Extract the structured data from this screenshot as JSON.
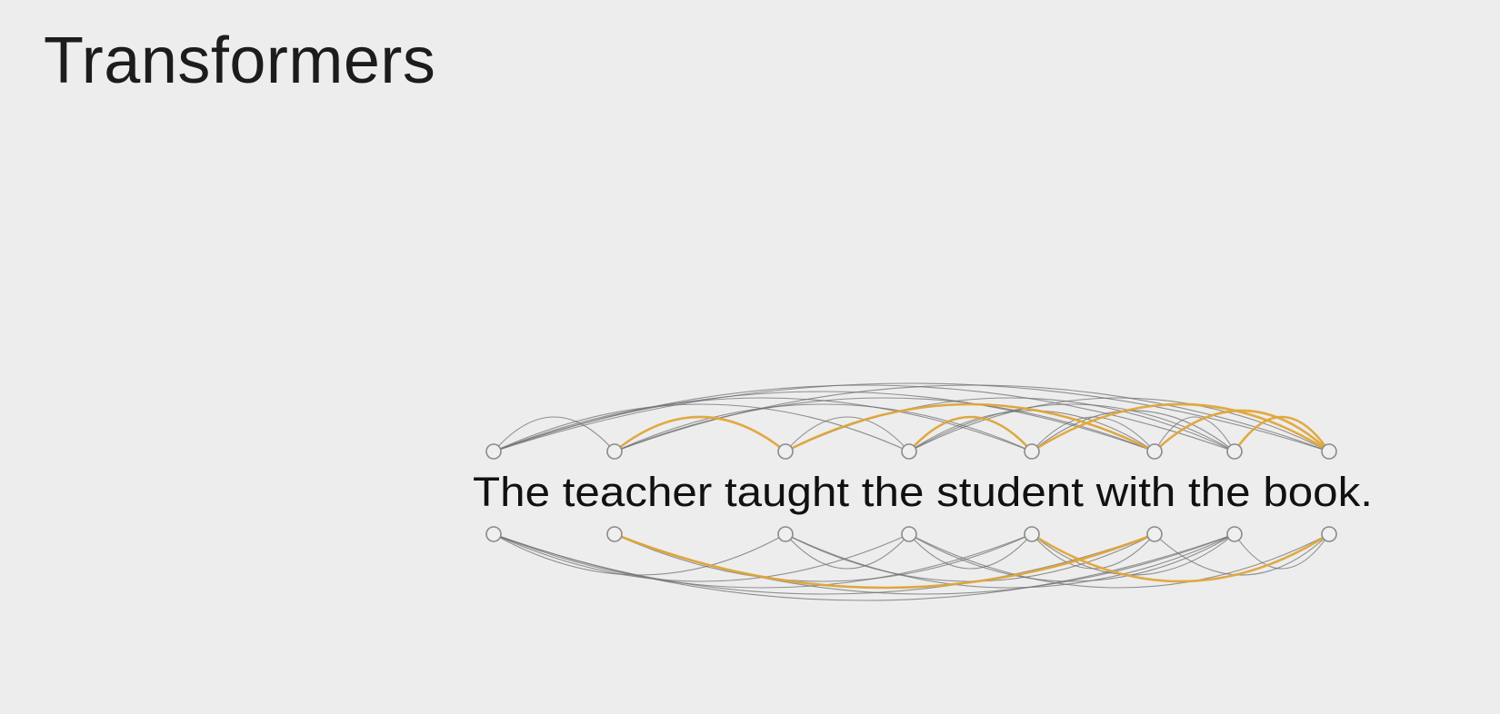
{
  "slide": {
    "title": "Transformers"
  },
  "diagram": {
    "sentence": "The teacher taught the student with the book.",
    "words": [
      "The",
      "teacher",
      "taught",
      "the",
      "student",
      "with",
      "the",
      "book."
    ],
    "colors": {
      "background": "#ededed",
      "node_fill": "#efefef",
      "node_stroke": "#8a8a8a",
      "edge": "#6f6f6f",
      "highlight": "#e0a73a"
    }
  }
}
